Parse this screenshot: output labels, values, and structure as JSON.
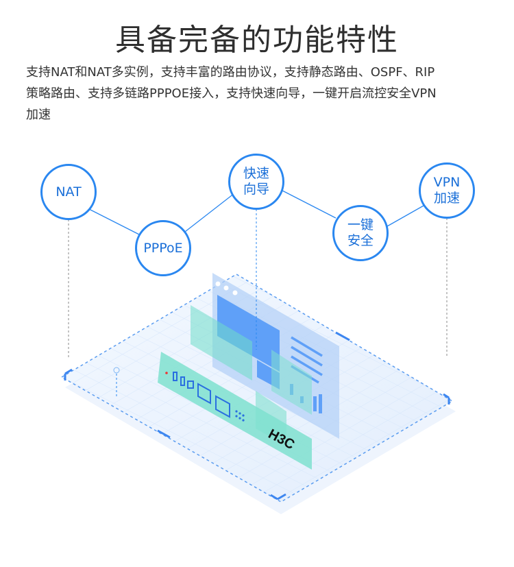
{
  "title": "具备完备的功能特性",
  "description_lines": [
    "支持NAT和NAT多实例，支持丰富的路由协议，支持静态路由、OSPF、RIP",
    "策略路由、支持多链路PPPOE接入，支持快速向导，一键开启流控安全VPN",
    "加速"
  ],
  "features": {
    "nat": {
      "line1": "NAT"
    },
    "pppoe": {
      "line1": "PPPoE"
    },
    "wizard": {
      "line1": "快速",
      "line2": "向导"
    },
    "security": {
      "line1": "一键",
      "line2": "安全"
    },
    "vpn": {
      "line1": "VPN",
      "line2": "加速"
    }
  },
  "device_brand": "H3C",
  "colors": {
    "accent": "#2a87f0",
    "teal": "#7fe0cf",
    "panel": "#a9c8f5"
  }
}
